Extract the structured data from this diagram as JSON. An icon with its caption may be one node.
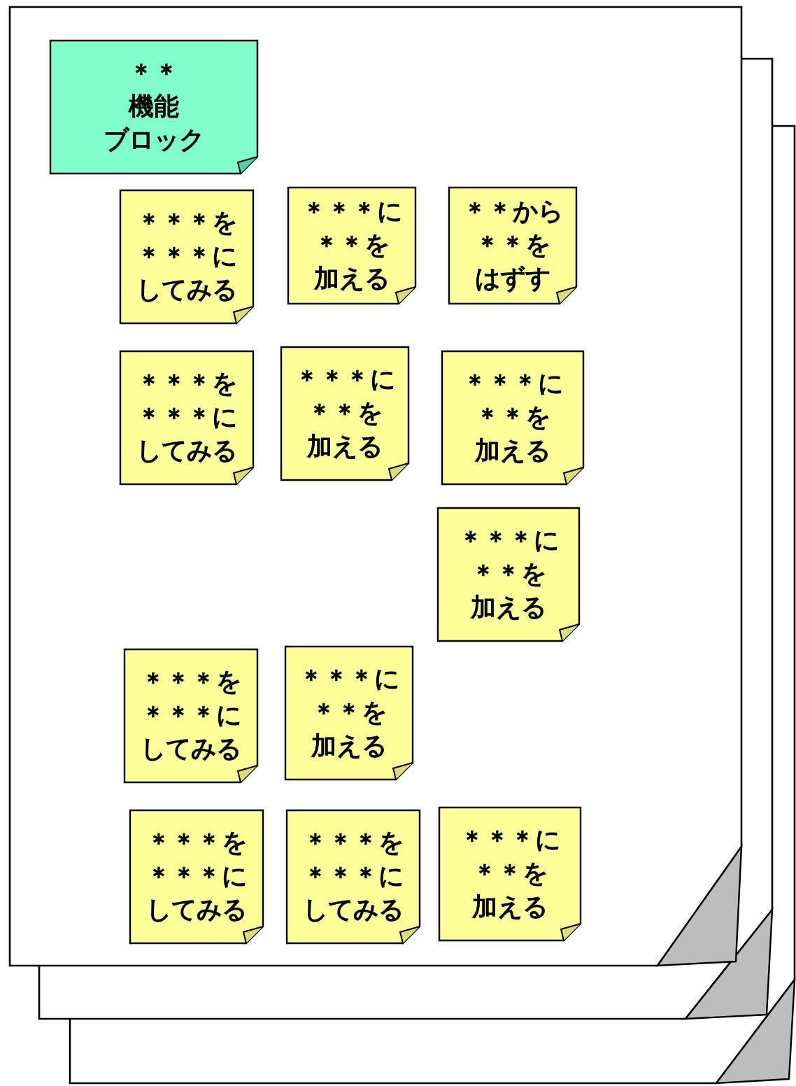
{
  "diagram": {
    "nodes": [
      {
        "text": [
          "＊＊機能ブロック"
        ]
      },
      {
        "text": [
          "＊＊＊を＊＊＊にしてみる"
        ]
      },
      {
        "text": [
          "＊＊＊に＊＊を加える"
        ]
      },
      {
        "text": [
          "＊＊から＊＊をはずす"
        ]
      },
      {
        "text": [
          "＊＊＊を＊＊＊にしてみる"
        ]
      },
      {
        "text": [
          "＊＊＊に＊＊を加える"
        ]
      },
      {
        "text": [
          "＊＊＊に＊＊を加える"
        ]
      },
      {
        "text": [
          "＊＊＊に＊＊を加える"
        ]
      },
      {
        "text": [
          "＊＊＊を＊＊＊にしてみる"
        ]
      },
      {
        "text": [
          "＊＊＊に＊＊を加える"
        ]
      },
      {
        "text": [
          "＊＊＊を＊＊＊にしてみる"
        ]
      },
      {
        "text": [
          "＊＊＊を＊＊＊にしてみる"
        ]
      },
      {
        "text": [
          "＊＊＊に＊＊を加える"
        ]
      }
    ]
  }
}
